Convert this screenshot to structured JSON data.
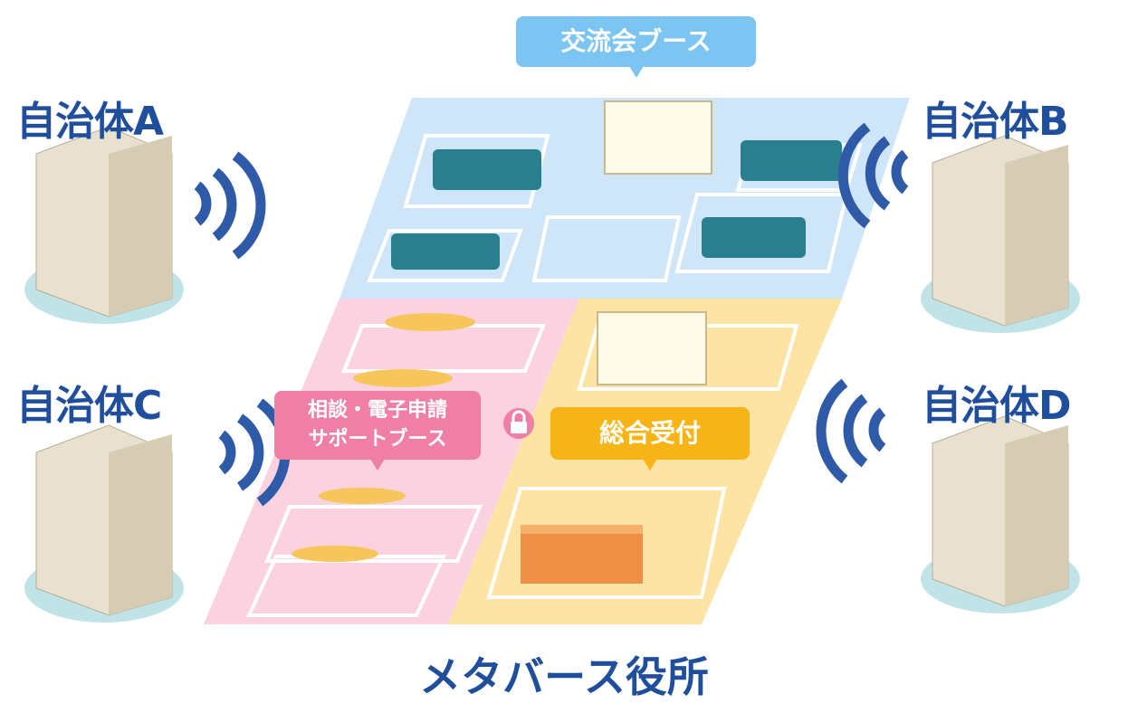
{
  "municipalities": [
    {
      "label": "自治体A"
    },
    {
      "label": "自治体B"
    },
    {
      "label": "自治体C"
    },
    {
      "label": "自治体D"
    }
  ],
  "zones": {
    "exchange": {
      "label": "交流会ブース",
      "color": "#7cc4f2",
      "floor": "#cfe6f8"
    },
    "consult": {
      "label_line1": "相談・電子申請",
      "label_line2": "サポートブース",
      "color": "#f07fa5",
      "floor": "#fbd3e0"
    },
    "reception": {
      "label": "総合受付",
      "color": "#f7b416",
      "floor": "#fde3a4"
    }
  },
  "lock_icon": "lock-icon",
  "title": "メタバース役所",
  "colors": {
    "brand_blue": "#1f4e9c",
    "wifi": "#2f5aa8"
  }
}
